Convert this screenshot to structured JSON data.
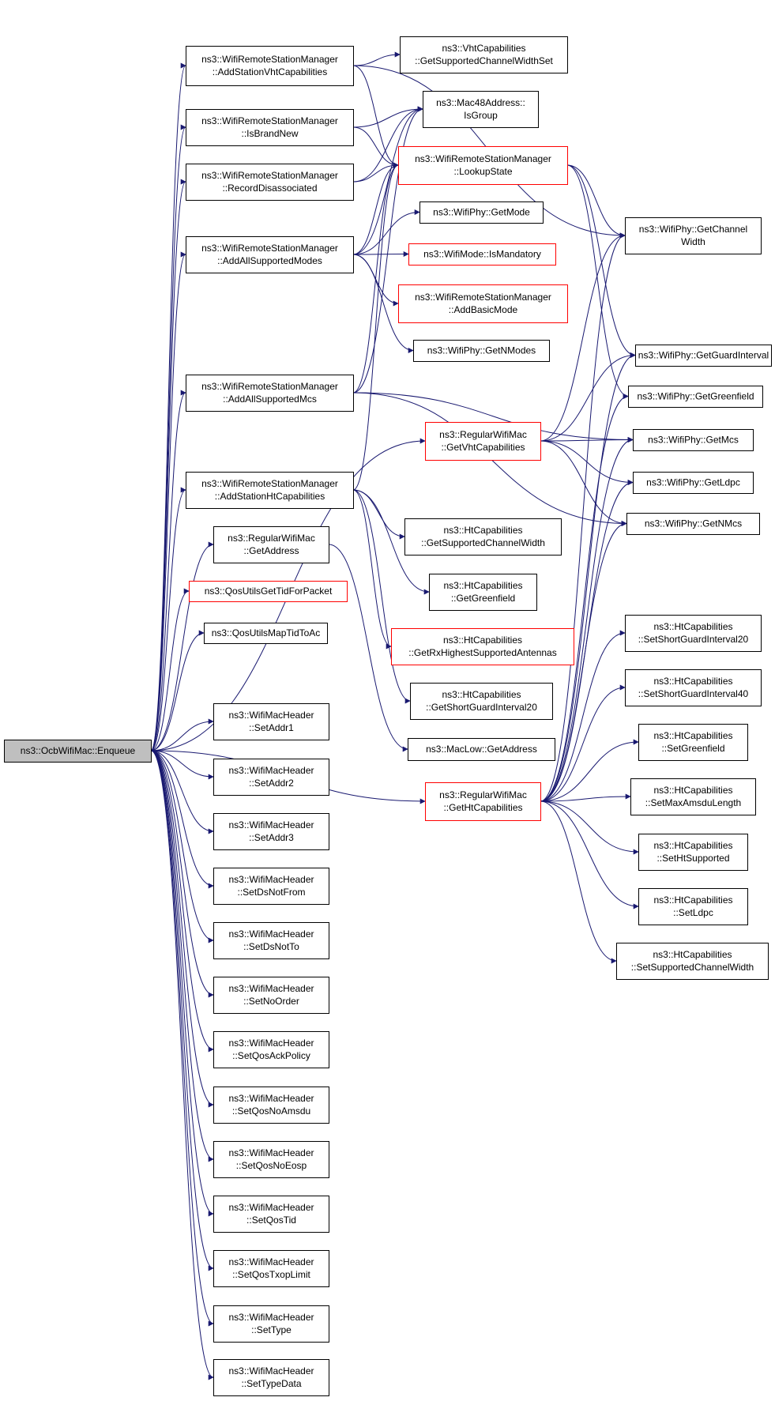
{
  "colors": {
    "edge": "#191970",
    "node_border": "#000000",
    "truncated_border": "#ff0000",
    "root_fill": "#bfbfbf",
    "background": "#ffffff"
  },
  "root": {
    "id": "enqueue",
    "lines": [
      "ns3::OcbWifiMac::Enqueue"
    ]
  },
  "nodes": [
    {
      "id": "addStaVht",
      "lines": [
        "ns3::WifiRemoteStationManager",
        "::AddStationVhtCapabilities"
      ],
      "truncated": false
    },
    {
      "id": "isBrandNew",
      "lines": [
        "ns3::WifiRemoteStationManager",
        "::IsBrandNew"
      ],
      "truncated": false
    },
    {
      "id": "recordDisassoc",
      "lines": [
        "ns3::WifiRemoteStationManager",
        "::RecordDisassociated"
      ],
      "truncated": false
    },
    {
      "id": "addAllModes",
      "lines": [
        "ns3::WifiRemoteStationManager",
        "::AddAllSupportedModes"
      ],
      "truncated": false
    },
    {
      "id": "addAllMcs",
      "lines": [
        "ns3::WifiRemoteStationManager",
        "::AddAllSupportedMcs"
      ],
      "truncated": false
    },
    {
      "id": "addStaHt",
      "lines": [
        "ns3::WifiRemoteStationManager",
        "::AddStationHtCapabilities"
      ],
      "truncated": false
    },
    {
      "id": "getAddress",
      "lines": [
        "ns3::RegularWifiMac",
        "::GetAddress"
      ],
      "truncated": false
    },
    {
      "id": "qosGetTid",
      "lines": [
        "ns3::QosUtilsGetTidForPacket"
      ],
      "truncated": true
    },
    {
      "id": "qosMapTid",
      "lines": [
        "ns3::QosUtilsMapTidToAc"
      ],
      "truncated": false
    },
    {
      "id": "setAddr1",
      "lines": [
        "ns3::WifiMacHeader",
        "::SetAddr1"
      ],
      "truncated": false
    },
    {
      "id": "setAddr2",
      "lines": [
        "ns3::WifiMacHeader",
        "::SetAddr2"
      ],
      "truncated": false
    },
    {
      "id": "setAddr3",
      "lines": [
        "ns3::WifiMacHeader",
        "::SetAddr3"
      ],
      "truncated": false
    },
    {
      "id": "setDsNotFrom",
      "lines": [
        "ns3::WifiMacHeader",
        "::SetDsNotFrom"
      ],
      "truncated": false
    },
    {
      "id": "setDsNotTo",
      "lines": [
        "ns3::WifiMacHeader",
        "::SetDsNotTo"
      ],
      "truncated": false
    },
    {
      "id": "setNoOrder",
      "lines": [
        "ns3::WifiMacHeader",
        "::SetNoOrder"
      ],
      "truncated": false
    },
    {
      "id": "setQosAck",
      "lines": [
        "ns3::WifiMacHeader",
        "::SetQosAckPolicy"
      ],
      "truncated": false
    },
    {
      "id": "setQosNoAmsdu",
      "lines": [
        "ns3::WifiMacHeader",
        "::SetQosNoAmsdu"
      ],
      "truncated": false
    },
    {
      "id": "setQosNoEosp",
      "lines": [
        "ns3::WifiMacHeader",
        "::SetQosNoEosp"
      ],
      "truncated": false
    },
    {
      "id": "setQosTid",
      "lines": [
        "ns3::WifiMacHeader",
        "::SetQosTid"
      ],
      "truncated": false
    },
    {
      "id": "setQosTxop",
      "lines": [
        "ns3::WifiMacHeader",
        "::SetQosTxopLimit"
      ],
      "truncated": false
    },
    {
      "id": "setType",
      "lines": [
        "ns3::WifiMacHeader",
        "::SetType"
      ],
      "truncated": false
    },
    {
      "id": "setTypeData",
      "lines": [
        "ns3::WifiMacHeader",
        "::SetTypeData"
      ],
      "truncated": false
    },
    {
      "id": "vhtGetChWidthSet",
      "lines": [
        "ns3::VhtCapabilities",
        "::GetSupportedChannelWidthSet"
      ],
      "truncated": false
    },
    {
      "id": "isGroup",
      "lines": [
        "ns3::Mac48Address::",
        "IsGroup"
      ],
      "truncated": false
    },
    {
      "id": "lookupState",
      "lines": [
        "ns3::WifiRemoteStationManager",
        "::LookupState"
      ],
      "truncated": true
    },
    {
      "id": "phyGetMode",
      "lines": [
        "ns3::WifiPhy::GetMode"
      ],
      "truncated": false
    },
    {
      "id": "isMandatory",
      "lines": [
        "ns3::WifiMode::IsMandatory"
      ],
      "truncated": true
    },
    {
      "id": "addBasicMode",
      "lines": [
        "ns3::WifiRemoteStationManager",
        "::AddBasicMode"
      ],
      "truncated": true
    },
    {
      "id": "phyGetNModes",
      "lines": [
        "ns3::WifiPhy::GetNModes"
      ],
      "truncated": false
    },
    {
      "id": "getVhtCaps",
      "lines": [
        "ns3::RegularWifiMac",
        "::GetVhtCapabilities"
      ],
      "truncated": true
    },
    {
      "id": "htGetChWidth",
      "lines": [
        "ns3::HtCapabilities",
        "::GetSupportedChannelWidth"
      ],
      "truncated": false
    },
    {
      "id": "htGetGreenfield",
      "lines": [
        "ns3::HtCapabilities",
        "::GetGreenfield"
      ],
      "truncated": false
    },
    {
      "id": "htGetRxAnt",
      "lines": [
        "ns3::HtCapabilities",
        "::GetRxHighestSupportedAntennas"
      ],
      "truncated": true
    },
    {
      "id": "htGetSgi20",
      "lines": [
        "ns3::HtCapabilities",
        "::GetShortGuardInterval20"
      ],
      "truncated": false
    },
    {
      "id": "macLowGetAddr",
      "lines": [
        "ns3::MacLow::GetAddress"
      ],
      "truncated": false
    },
    {
      "id": "getHtCaps",
      "lines": [
        "ns3::RegularWifiMac",
        "::GetHtCapabilities"
      ],
      "truncated": true
    },
    {
      "id": "phyGetChWidth",
      "lines": [
        "ns3::WifiPhy::GetChannel",
        "Width"
      ],
      "truncated": false
    },
    {
      "id": "phyGetGi",
      "lines": [
        "ns3::WifiPhy::GetGuardInterval"
      ],
      "truncated": false
    },
    {
      "id": "phyGetGreenfield",
      "lines": [
        "ns3::WifiPhy::GetGreenfield"
      ],
      "truncated": false
    },
    {
      "id": "phyGetMcs",
      "lines": [
        "ns3::WifiPhy::GetMcs"
      ],
      "truncated": false
    },
    {
      "id": "phyGetLdpc",
      "lines": [
        "ns3::WifiPhy::GetLdpc"
      ],
      "truncated": false
    },
    {
      "id": "phyGetNMcs",
      "lines": [
        "ns3::WifiPhy::GetNMcs"
      ],
      "truncated": false
    },
    {
      "id": "htSetSgi20",
      "lines": [
        "ns3::HtCapabilities",
        "::SetShortGuardInterval20"
      ],
      "truncated": false
    },
    {
      "id": "htSetSgi40",
      "lines": [
        "ns3::HtCapabilities",
        "::SetShortGuardInterval40"
      ],
      "truncated": false
    },
    {
      "id": "htSetGreenfield",
      "lines": [
        "ns3::HtCapabilities",
        "::SetGreenfield"
      ],
      "truncated": false
    },
    {
      "id": "htSetMaxAmsdu",
      "lines": [
        "ns3::HtCapabilities",
        "::SetMaxAmsduLength"
      ],
      "truncated": false
    },
    {
      "id": "htSetHtSupported",
      "lines": [
        "ns3::HtCapabilities",
        "::SetHtSupported"
      ],
      "truncated": false
    },
    {
      "id": "htSetLdpc",
      "lines": [
        "ns3::HtCapabilities",
        "::SetLdpc"
      ],
      "truncated": false
    },
    {
      "id": "htSetChWidth",
      "lines": [
        "ns3::HtCapabilities",
        "::SetSupportedChannelWidth"
      ],
      "truncated": false
    }
  ],
  "edges": [
    [
      "enqueue",
      "addStaVht"
    ],
    [
      "enqueue",
      "isBrandNew"
    ],
    [
      "enqueue",
      "recordDisassoc"
    ],
    [
      "enqueue",
      "addAllModes"
    ],
    [
      "enqueue",
      "addAllMcs"
    ],
    [
      "enqueue",
      "getVhtCaps"
    ],
    [
      "enqueue",
      "addStaHt"
    ],
    [
      "enqueue",
      "getAddress"
    ],
    [
      "enqueue",
      "qosGetTid"
    ],
    [
      "enqueue",
      "qosMapTid"
    ],
    [
      "enqueue",
      "getHtCaps"
    ],
    [
      "enqueue",
      "setAddr1"
    ],
    [
      "enqueue",
      "setAddr2"
    ],
    [
      "enqueue",
      "setAddr3"
    ],
    [
      "enqueue",
      "setDsNotFrom"
    ],
    [
      "enqueue",
      "setDsNotTo"
    ],
    [
      "enqueue",
      "setNoOrder"
    ],
    [
      "enqueue",
      "setQosAck"
    ],
    [
      "enqueue",
      "setQosNoAmsdu"
    ],
    [
      "enqueue",
      "setQosNoEosp"
    ],
    [
      "enqueue",
      "setQosTid"
    ],
    [
      "enqueue",
      "setQosTxop"
    ],
    [
      "enqueue",
      "setType"
    ],
    [
      "enqueue",
      "setTypeData"
    ],
    [
      "addStaVht",
      "vhtGetChWidthSet"
    ],
    [
      "addStaVht",
      "phyGetChWidth"
    ],
    [
      "addStaVht",
      "lookupState"
    ],
    [
      "isBrandNew",
      "isGroup"
    ],
    [
      "isBrandNew",
      "lookupState"
    ],
    [
      "recordDisassoc",
      "isGroup"
    ],
    [
      "recordDisassoc",
      "lookupState"
    ],
    [
      "addAllModes",
      "isGroup"
    ],
    [
      "addAllModes",
      "lookupState"
    ],
    [
      "addAllModes",
      "phyGetMode"
    ],
    [
      "addAllModes",
      "isMandatory"
    ],
    [
      "addAllModes",
      "addBasicMode"
    ],
    [
      "addAllModes",
      "phyGetNModes"
    ],
    [
      "addAllMcs",
      "isGroup"
    ],
    [
      "addAllMcs",
      "lookupState"
    ],
    [
      "addAllMcs",
      "phyGetMcs"
    ],
    [
      "addAllMcs",
      "phyGetNMcs"
    ],
    [
      "addStaHt",
      "lookupState"
    ],
    [
      "addStaHt",
      "htGetChWidth"
    ],
    [
      "addStaHt",
      "htGetGreenfield"
    ],
    [
      "addStaHt",
      "htGetRxAnt"
    ],
    [
      "addStaHt",
      "htGetSgi20"
    ],
    [
      "getAddress",
      "macLowGetAddr"
    ],
    [
      "lookupState",
      "phyGetChWidth"
    ],
    [
      "lookupState",
      "phyGetGi"
    ],
    [
      "lookupState",
      "phyGetGreenfield"
    ],
    [
      "getVhtCaps",
      "phyGetChWidth"
    ],
    [
      "getVhtCaps",
      "phyGetGi"
    ],
    [
      "getVhtCaps",
      "phyGetMcs"
    ],
    [
      "getVhtCaps",
      "phyGetLdpc"
    ],
    [
      "getVhtCaps",
      "phyGetNMcs"
    ],
    [
      "getHtCaps",
      "phyGetChWidth"
    ],
    [
      "getHtCaps",
      "phyGetGi"
    ],
    [
      "getHtCaps",
      "phyGetGreenfield"
    ],
    [
      "getHtCaps",
      "phyGetMcs"
    ],
    [
      "getHtCaps",
      "phyGetLdpc"
    ],
    [
      "getHtCaps",
      "phyGetNMcs"
    ],
    [
      "getHtCaps",
      "htSetSgi20"
    ],
    [
      "getHtCaps",
      "htSetSgi40"
    ],
    [
      "getHtCaps",
      "htSetGreenfield"
    ],
    [
      "getHtCaps",
      "htSetMaxAmsdu"
    ],
    [
      "getHtCaps",
      "htSetHtSupported"
    ],
    [
      "getHtCaps",
      "htSetLdpc"
    ],
    [
      "getHtCaps",
      "htSetChWidth"
    ]
  ]
}
